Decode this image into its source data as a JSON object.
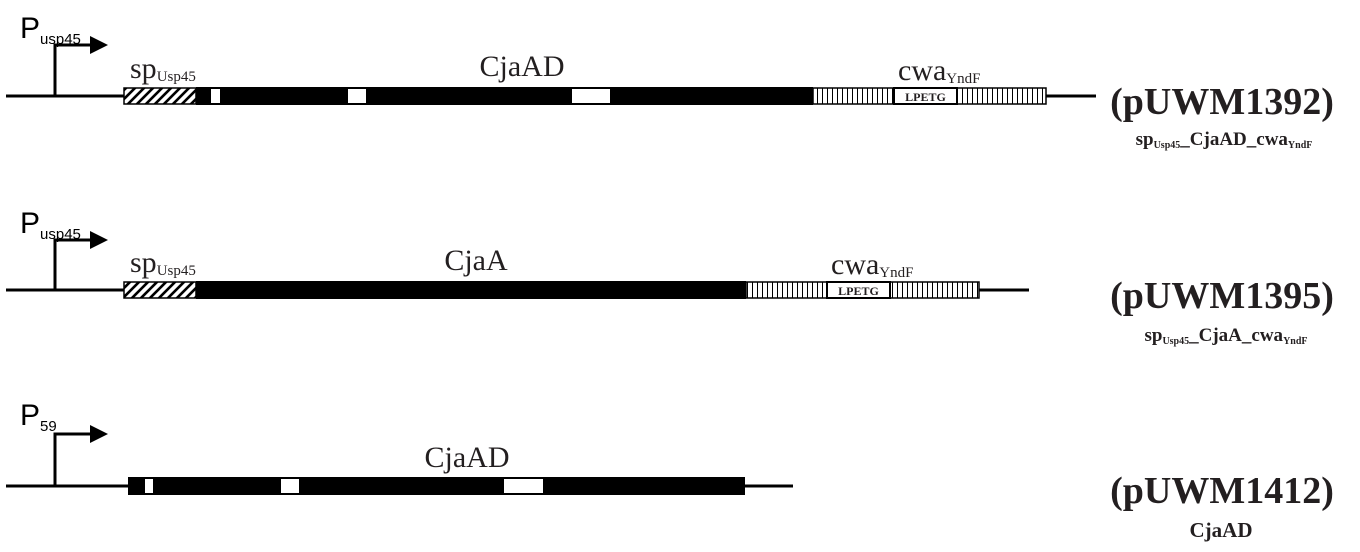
{
  "constructs": [
    {
      "id": "pUWM1392",
      "promoter": {
        "letter": "P",
        "subscript": "usp45"
      },
      "sp_label": {
        "main": "sp",
        "subscript": "Usp45"
      },
      "antigen_label": "CjaAD",
      "cwa_label": {
        "main": "cwa",
        "subscript": "YndF"
      },
      "motif_label": "LPETG",
      "plasmid_label": "(pUWM1392)",
      "construct_name": {
        "p1": "sp",
        "s1": "Usp45",
        "p2": "_CjaAD_cwa",
        "s2": "YndF"
      }
    },
    {
      "id": "pUWM1395",
      "promoter": {
        "letter": "P",
        "subscript": "usp45"
      },
      "sp_label": {
        "main": "sp",
        "subscript": "Usp45"
      },
      "antigen_label": "CjaA",
      "cwa_label": {
        "main": "cwa",
        "subscript": "YndF"
      },
      "motif_label": "LPETG",
      "plasmid_label": "(pUWM1395)",
      "construct_name": {
        "p1": "sp",
        "s1": "Usp45",
        "p2": "_CjaA_cwa",
        "s2": "YndF"
      }
    },
    {
      "id": "pUWM1412",
      "promoter": {
        "letter": "P",
        "subscript": "59"
      },
      "antigen_label": "CjaAD",
      "plasmid_label": "(pUWM1412)",
      "construct_name": {
        "p1": "CjaAD"
      }
    }
  ],
  "colors": {
    "ink": "#000000",
    "paper": "#ffffff",
    "label_text": "#231f20"
  }
}
